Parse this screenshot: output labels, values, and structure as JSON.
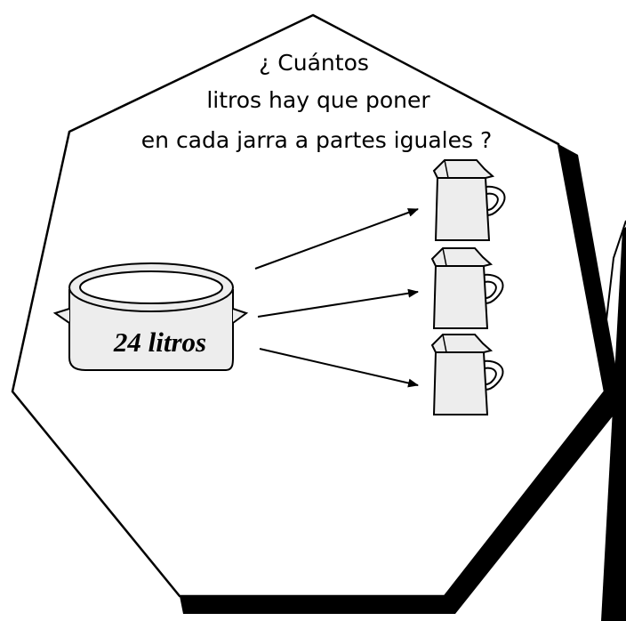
{
  "question": {
    "line1": "¿ Cuántos",
    "line2": "litros hay que poner",
    "line3": "en cada jarra a partes iguales ?"
  },
  "pot": {
    "label": "24 litros"
  },
  "jugs": [
    {
      "name": "jug-1"
    },
    {
      "name": "jug-2"
    },
    {
      "name": "jug-3"
    }
  ],
  "colors": {
    "outline": "#000000",
    "shadow": "#000000",
    "card_fill": "#ffffff",
    "object_fill": "#ededed"
  }
}
